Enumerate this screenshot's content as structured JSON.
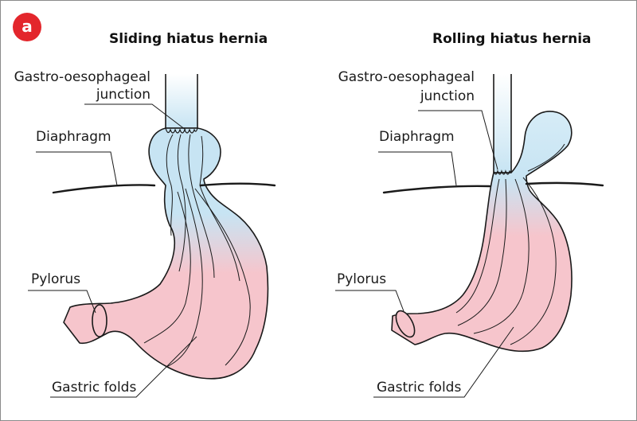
{
  "panel_label": "a",
  "colors": {
    "badge": "#e3262c",
    "stomach_fill": "#f6c5cc",
    "oesophagus_fill": "#c7e4f3",
    "outline": "#1a1a1a"
  },
  "left_diagram": {
    "title": "Sliding hiatus hernia",
    "labels": {
      "gej_line1": "Gastro-oesophageal",
      "gej_line2": "junction",
      "diaphragm": "Diaphragm",
      "pylorus": "Pylorus",
      "gastric_folds": "Gastric folds"
    }
  },
  "right_diagram": {
    "title": "Rolling hiatus hernia",
    "labels": {
      "gej_line1": "Gastro-oesophageal",
      "gej_line2": "junction",
      "diaphragm": "Diaphragm",
      "pylorus": "Pylorus",
      "gastric_folds": "Gastric folds"
    }
  }
}
